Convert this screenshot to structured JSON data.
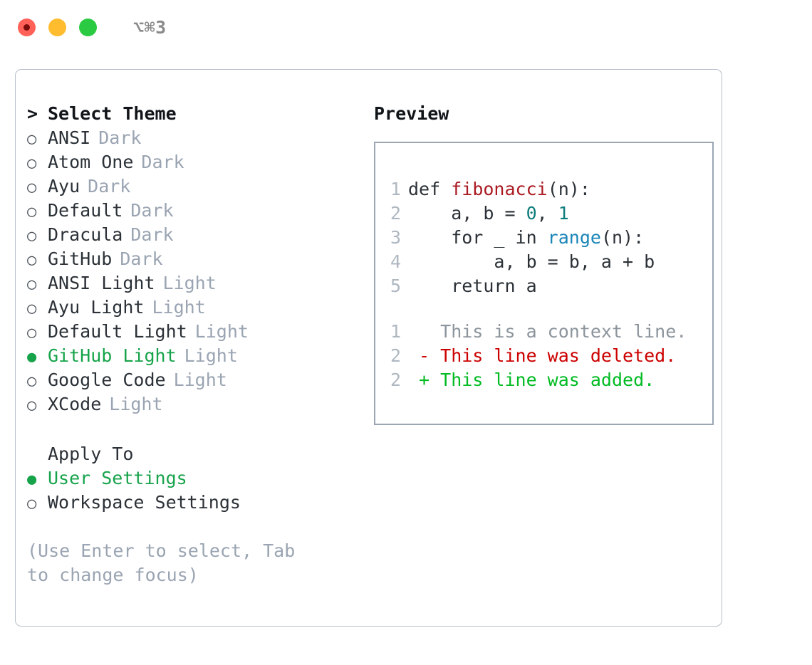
{
  "window": {
    "shortcut_label": "⌥⌘3",
    "traffic_lights": {
      "close": "close-dot",
      "minimize": "minimize-dot",
      "maximize": "maximize-dot"
    },
    "colors": {
      "close": "#FF6058",
      "minimize": "#FEBC2E",
      "maximize": "#2ACB42",
      "accent_green": "#16A34A",
      "muted": "#9AA4B2",
      "panel_border": "#B7BFCB"
    }
  },
  "theme_picker": {
    "header": {
      "caret": ">",
      "label": "Select Theme"
    },
    "bullet_unselected": "○",
    "bullet_selected": "●",
    "items": [
      {
        "label": "ANSI",
        "tag": "Dark",
        "selected": false
      },
      {
        "label": "Atom One",
        "tag": "Dark",
        "selected": false
      },
      {
        "label": "Ayu",
        "tag": "Dark",
        "selected": false
      },
      {
        "label": "Default",
        "tag": "Dark",
        "selected": false
      },
      {
        "label": "Dracula",
        "tag": "Dark",
        "selected": false
      },
      {
        "label": "GitHub",
        "tag": "Dark",
        "selected": false
      },
      {
        "label": "ANSI Light",
        "tag": "Light",
        "selected": false
      },
      {
        "label": "Ayu Light",
        "tag": "Light",
        "selected": false
      },
      {
        "label": "Default Light",
        "tag": "Light",
        "selected": false
      },
      {
        "label": "GitHub Light",
        "tag": "Light",
        "selected": true
      },
      {
        "label": "Google Code",
        "tag": "Light",
        "selected": false
      },
      {
        "label": "XCode",
        "tag": "Light",
        "selected": false
      }
    ]
  },
  "apply_to": {
    "title": "Apply To",
    "options": [
      {
        "label": "User Settings",
        "selected": true
      },
      {
        "label": "Workspace Settings",
        "selected": false
      }
    ]
  },
  "hint": {
    "text": "(Use Enter to select, Tab to change focus)"
  },
  "preview": {
    "title": "Preview",
    "code": [
      {
        "lineno": "1",
        "parts": [
          {
            "t": "def ",
            "k": "plain"
          },
          {
            "t": "fibonacci",
            "k": "fn"
          },
          {
            "t": "(n):",
            "k": "plain"
          }
        ]
      },
      {
        "lineno": "2",
        "parts": [
          {
            "t": "    a, b = ",
            "k": "plain"
          },
          {
            "t": "0",
            "k": "num"
          },
          {
            "t": ", ",
            "k": "plain"
          },
          {
            "t": "1",
            "k": "num"
          }
        ]
      },
      {
        "lineno": "3",
        "parts": [
          {
            "t": "    for _ in ",
            "k": "plain"
          },
          {
            "t": "range",
            "k": "bi"
          },
          {
            "t": "(n):",
            "k": "plain"
          }
        ]
      },
      {
        "lineno": "4",
        "parts": [
          {
            "t": "        a, b = b, a + b",
            "k": "plain"
          }
        ]
      },
      {
        "lineno": "5",
        "parts": [
          {
            "t": "    return a",
            "k": "plain"
          }
        ]
      }
    ],
    "diff": [
      {
        "lineno": "1",
        "sign": " ",
        "text": "This is a context line.",
        "kind": "ctx"
      },
      {
        "lineno": "2",
        "sign": "-",
        "text": "This line was deleted.",
        "kind": "del"
      },
      {
        "lineno": "2",
        "sign": "+",
        "text": "This line was added.",
        "kind": "add"
      }
    ]
  }
}
